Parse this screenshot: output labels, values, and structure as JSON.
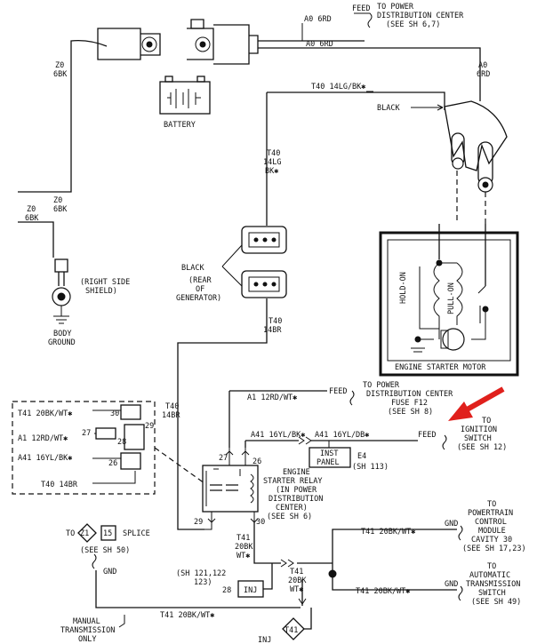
{
  "labels": {
    "a0_6rd_top": "A0 6RD",
    "feed_top": "FEED",
    "to_pdc_1": "TO POWER",
    "to_pdc_2": "DISTRIBUTION CENTER",
    "to_pdc_3": "(SEE SH 6,7)",
    "a0_6rd_mid": "A0 6RD",
    "a0_right_1": "A0",
    "a0_right_2": "6RD",
    "z0_1a": "Z0",
    "z0_1b": "6BK",
    "battery": "BATTERY",
    "t40_top": "T40 14LG/BK✱",
    "black_solenoid": "BLACK",
    "z0_2a": "Z0",
    "z0_2b": "6BK",
    "z0_3a": "Z0",
    "z0_3b": "6BK",
    "t40_v1": "T40",
    "t40_v2": "14LG",
    "t40_v3": "BK✱",
    "black_gen": "BLACK",
    "rear_gen_1": "(REAR",
    "rear_gen_2": "OF",
    "rear_gen_3": "GENERATOR)",
    "right_side_1": "(RIGHT SIDE",
    "right_side_2": "SHIELD)",
    "body_ground_1": "BODY",
    "body_ground_2": "GROUND",
    "hold_on": "HOLD-ON",
    "pull_on": "PULL-ON",
    "starter_motor": "ENGINE STARTER MOTOR",
    "t40_14br_a1": "T40",
    "t40_14br_a2": "14BR",
    "a1_12rd": "A1 12RD/WT✱",
    "feed_mid": "FEED",
    "pdc2_1": "TO POWER",
    "pdc2_2": "DISTRIBUTION CENTER",
    "pdc2_3": "FUSE F12",
    "pdc2_4": "(SEE SH 8)",
    "t40_14br_b1": "T40",
    "t40_14br_b2": "14BR",
    "t41_box": "T41 20BK/WT✱",
    "pin_30_box": "30",
    "a1_box": "A1 12RD/WT✱",
    "pin_27_box": "27",
    "pin_28_box": "28",
    "pin_29_box": "29",
    "a41_box": "A41 16YL/BK✱",
    "pin_26_box": "26",
    "t40_box": "T40 14BR",
    "a41_left": "A41 16YL/BK✱",
    "a41_right": "A41 16YL/DB✱",
    "feed_ign": "FEED",
    "ign_1": "TO",
    "ign_2": "IGNITION",
    "ign_3": "SWITCH",
    "ign_4": "(SEE SH 12)",
    "inst_1": "INST",
    "inst_2": "PANEL",
    "e4": "E4",
    "sh113": "(SH 113)",
    "pin_27": "27",
    "pin_26": "26",
    "pin_29": "29",
    "pin_30": "30",
    "relay_1": "ENGINE",
    "relay_2": "STARTER RELAY",
    "relay_3": "(IN POWER",
    "relay_4": "DISTRIBUTION",
    "relay_5": "CENTER)",
    "relay_6": "(SEE SH 6)",
    "to_splice": "TO",
    "z1": "Z1",
    "splice_15": "15",
    "splice_word": "SPLICE",
    "see_sh50": "(SEE SH 50)",
    "gnd_left": "GND",
    "t41_v1": "T41",
    "t41_v2": "20BK",
    "t41_v3": "WT✱",
    "sh121_1": "(SH 121,122",
    "sh121_2": "123)",
    "pin_28_inj": "28",
    "inj": "INJ",
    "t41_mid1": "T41",
    "t41_mid2": "20BK",
    "t41_mid3": "WT✱",
    "t41_up": "T41 20BK/WT✱",
    "gnd_pcm": "GND",
    "pcm_1": "TO",
    "pcm_2": "POWERTRAIN",
    "pcm_3": "CONTROL",
    "pcm_4": "MODULE",
    "pcm_5": "CAVITY 30",
    "pcm_6": "(SEE SH 17,23)",
    "t41_low": "T41 20BK/WT✱",
    "gnd_ats": "GND",
    "ats_1": "TO",
    "ats_2": "AUTOMATIC",
    "ats_3": "TRANSMISSION",
    "ats_4": "SWITCH",
    "ats_5": "(SEE SH 49)",
    "t41_bottom": "T41 20BK/WT✱",
    "inj_bottom": "INJ",
    "t41_diamond": "T41",
    "manual_1": "MANUAL",
    "manual_2": "TRANSMISSION",
    "manual_3": "ONLY"
  },
  "colors": {
    "ink": "#111111",
    "arrow": "#e0201c"
  }
}
